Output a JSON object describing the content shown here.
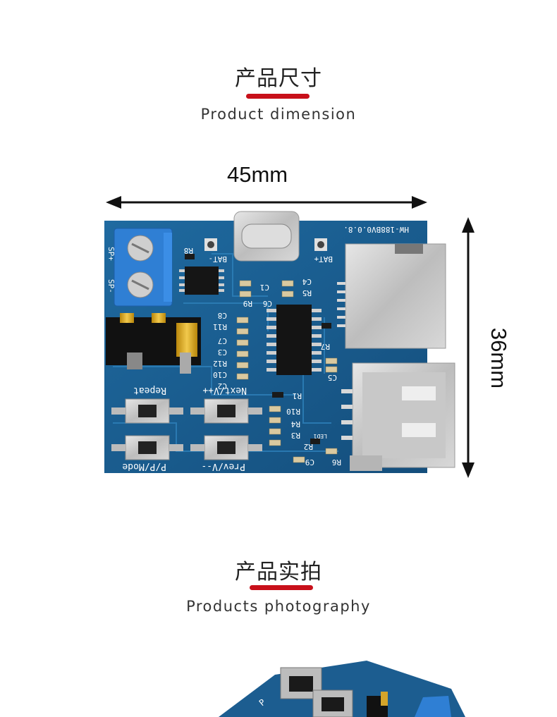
{
  "dimension_section": {
    "title": "产品尺寸",
    "subtitle": "Product dimension",
    "width_label": "45mm",
    "height_label": "36mm"
  },
  "photo_section": {
    "title": "产品实拍",
    "subtitle": "Products photography"
  },
  "board": {
    "version": "HW-188BV0.0.8.",
    "silkscreen": {
      "sp_plus": "SP+",
      "sp_minus": "SP-",
      "bat_minus": "BAT-",
      "bat_plus": "BAT+",
      "repeat": "Repeat",
      "next": "Next/V++",
      "pp_mode": "P/P/Mode",
      "prev": "Prev/V--",
      "r8": "R8",
      "c6": "C6",
      "r9": "R9",
      "c1": "C1",
      "c4": "C4",
      "r5": "R5",
      "c8": "C8",
      "r11": "R11",
      "c7": "C7",
      "c3": "C3",
      "r12": "R12",
      "c10": "C10",
      "c2": "C2",
      "r7": "R7",
      "c5": "C5",
      "r1": "R1",
      "r10": "R10",
      "r4": "R4",
      "r3": "R3",
      "r2": "R2",
      "c9": "C9",
      "r6": "R6",
      "led1": "LED1"
    }
  },
  "colors": {
    "accent_red": "#c8101a",
    "pcb_blue": "#1a5a8c",
    "terminal_blue": "#2f7fd4"
  }
}
